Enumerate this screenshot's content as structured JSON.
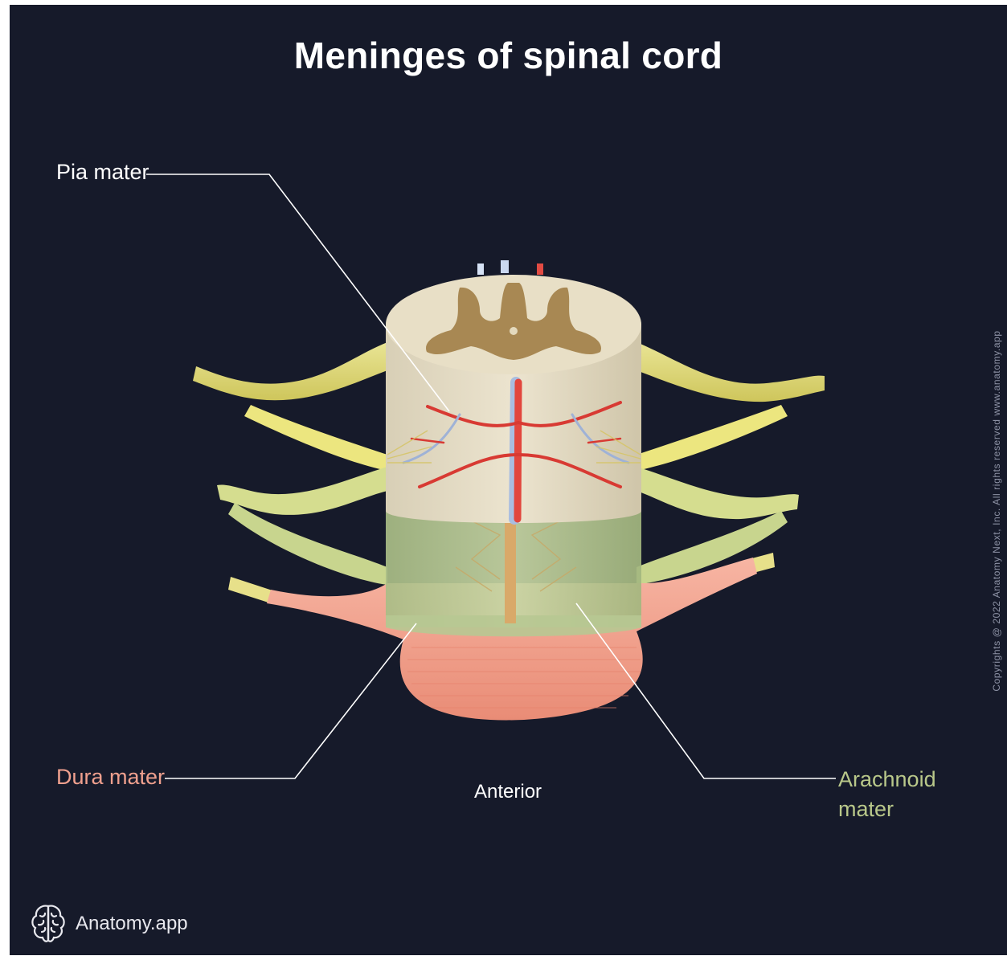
{
  "title": "Meninges of spinal cord",
  "labels": {
    "pia_mater": "Pia mater",
    "dura_mater": "Dura mater",
    "arachnoid_line1": "Arachnoid",
    "arachnoid_line2": "mater",
    "orientation": "Anterior"
  },
  "brand": {
    "name": "Anatomy.app",
    "icon": "brain-icon"
  },
  "copyright": "Copyrights @ 2022 Anatomy Next, Inc. All rights reserved www.anatomy.app",
  "colors": {
    "background": "#161a2a",
    "pia_label": "#ffffff",
    "dura_label": "#f0a08e",
    "arachnoid_label": "#b9c88a",
    "leader_lines": "#ffffff"
  }
}
